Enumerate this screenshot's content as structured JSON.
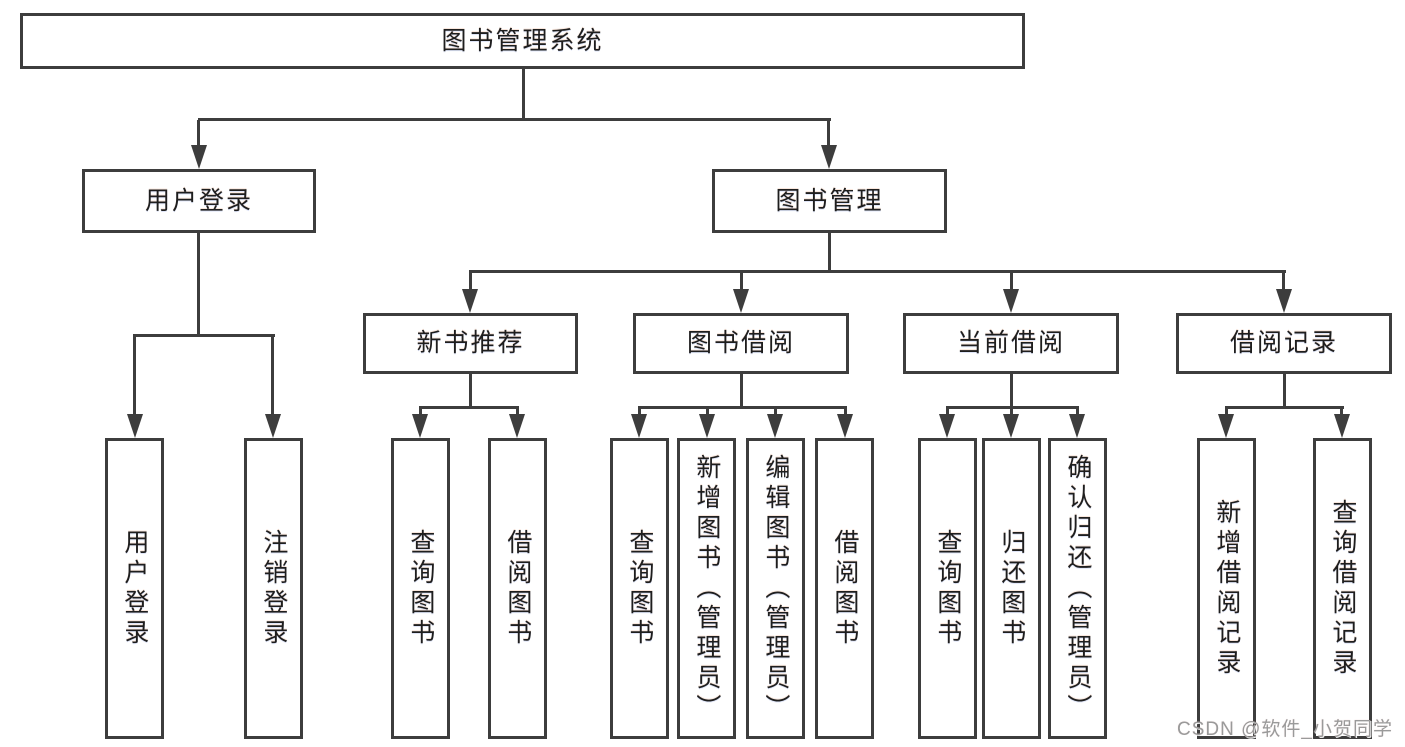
{
  "diagram_title": "图书管理系统",
  "watermark": "CSDN @软件_小贺同学",
  "colors": {
    "line": "#3d3d3d",
    "text": "#1e1e1e",
    "background": "#ffffff",
    "watermark": "#9a9a9a"
  },
  "tree": {
    "label": "图书管理系统",
    "children": [
      {
        "label": "用户登录",
        "children": [
          {
            "label": "用户登录"
          },
          {
            "label": "注销登录"
          }
        ]
      },
      {
        "label": "图书管理",
        "children": [
          {
            "label": "新书推荐",
            "children": [
              {
                "label": "查询图书"
              },
              {
                "label": "借阅图书"
              }
            ]
          },
          {
            "label": "图书借阅",
            "children": [
              {
                "label": "查询图书"
              },
              {
                "label": "新增图书（管理员）"
              },
              {
                "label": "编辑图书（管理员）"
              },
              {
                "label": "借阅图书"
              }
            ]
          },
          {
            "label": "当前借阅",
            "children": [
              {
                "label": "查询图书"
              },
              {
                "label": "归还图书"
              },
              {
                "label": "确认归还（管理员）"
              }
            ]
          },
          {
            "label": "借阅记录",
            "children": [
              {
                "label": "新增借阅记录"
              },
              {
                "label": "查询借阅记录"
              }
            ]
          }
        ]
      }
    ]
  }
}
